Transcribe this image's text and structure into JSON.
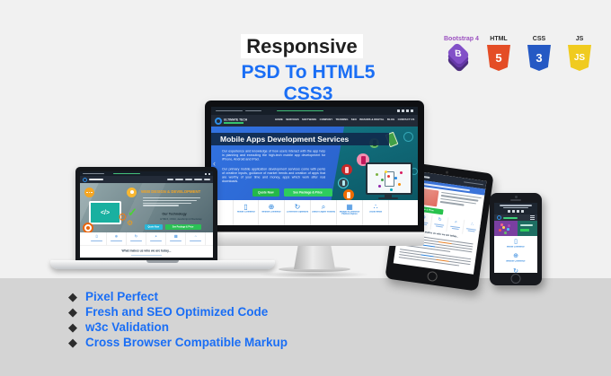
{
  "header": {
    "title": "Responsive",
    "subtitle": "PSD To HTML5 CSS3"
  },
  "badges": [
    {
      "id": "bootstrap",
      "label": "Bootstrap 4",
      "logo_text": "B",
      "color": "#7952b3"
    },
    {
      "id": "html5",
      "label": "HTML",
      "logo_text": "5",
      "color": "#e44d26"
    },
    {
      "id": "css3",
      "label": "CSS",
      "logo_text": "3",
      "color": "#2559c4"
    },
    {
      "id": "js",
      "label": "JS",
      "logo_text": "JS",
      "color": "#f0cb1f"
    }
  ],
  "features": {
    "bullet": "◆",
    "text_color": "#1a6ef5",
    "items": [
      {
        "text": "Pixel Perfect"
      },
      {
        "text": "Fresh and SEO Optimized Code"
      },
      {
        "text": "w3c Validation"
      },
      {
        "text": "Cross Browser Compatible Markup"
      }
    ]
  },
  "monitor": {
    "logo": "ULTIMATE TECH",
    "nav": [
      "HOME",
      "SERVICES",
      "SOFTWARE",
      "COMPANY",
      "TRAINING",
      "SEO",
      "BRANDS & DIGITAL",
      "BLOG",
      "CONTACT US"
    ],
    "hero": {
      "title": "Mobile Apps Development Services",
      "paragraph1": "Our experience and knowledge of how users interact with the app help in planning and executing the high-tech mobile app development for iPhone, Android and iPad.",
      "paragraph2": "Our primary mobile application development services come with perks of creative inputs, guidance of market trends and creation of apps that are worthy of your time and money, apps which work after real downloads.",
      "button1": "Quote Now",
      "button2": "See Package & Price",
      "prev_arrow": "‹"
    },
    "cards": [
      {
        "icon": "mobile-icon",
        "glyph": "▯",
        "label": "Mobile Commerce"
      },
      {
        "icon": "globe-icon",
        "glyph": "⊕",
        "label": "Website Commerce"
      },
      {
        "icon": "refresh-icon",
        "glyph": "↻",
        "label": "Conversion Optimized"
      },
      {
        "icon": "search-icon",
        "glyph": "⌕",
        "label": "Search Engine Visibility"
      },
      {
        "icon": "cart-icon",
        "glyph": "▦",
        "label": "Multiple eCommerce Platform Option"
      },
      {
        "icon": "share-icon",
        "glyph": "∴",
        "label": "Social Media"
      }
    ]
  },
  "laptop": {
    "hero": {
      "title": "WEB DESIGN & DEVELOPMENT",
      "code_glyph": "</>",
      "gear_glyph": "⚙",
      "check_glyph": "✓",
      "subheading": "Our Technology",
      "tech_line": "HTML5, CSS3, JavaScript & Bootstrap",
      "button1": "Quote Now",
      "button2": "See Package & Price"
    },
    "tagline": "What makes us who we are today..."
  },
  "tablet": {
    "button": "See Package & Price",
    "tagline": "What makes us who we are today..."
  }
}
